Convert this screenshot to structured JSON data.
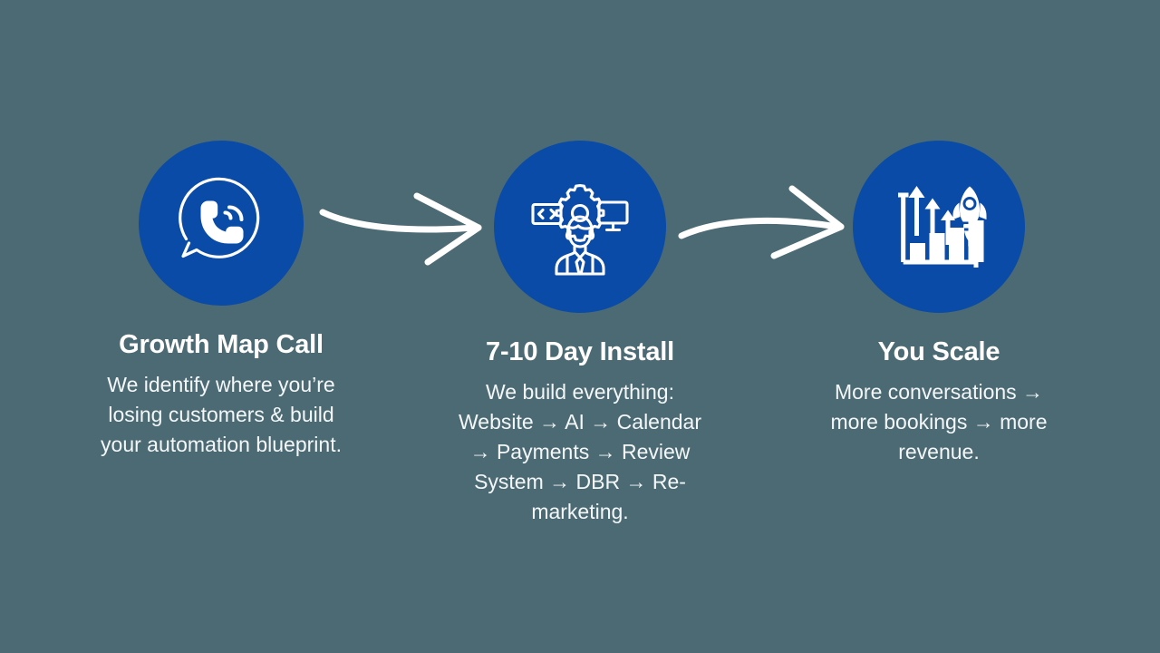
{
  "canvas": {
    "background_color": "#4c6a73",
    "accent_color": "#0b4ba8",
    "text_color": "#ffffff"
  },
  "steps": [
    {
      "icon": "phone-call-icon",
      "title": "Growth Map Call",
      "description": "We identify where you’re losing customers & build your automation blueprint."
    },
    {
      "icon": "developer-setup-icon",
      "title": "7-10 Day Install",
      "description": "We build everything: Website → AI → Calendar → Payments → Review System → DBR → Re-marketing."
    },
    {
      "icon": "growth-rocket-icon",
      "title": "You Scale",
      "description": "More conversations → more bookings → more revenue."
    }
  ],
  "connectors": [
    {
      "name": "arrow-step1-to-step2"
    },
    {
      "name": "arrow-step2-to-step3"
    }
  ]
}
